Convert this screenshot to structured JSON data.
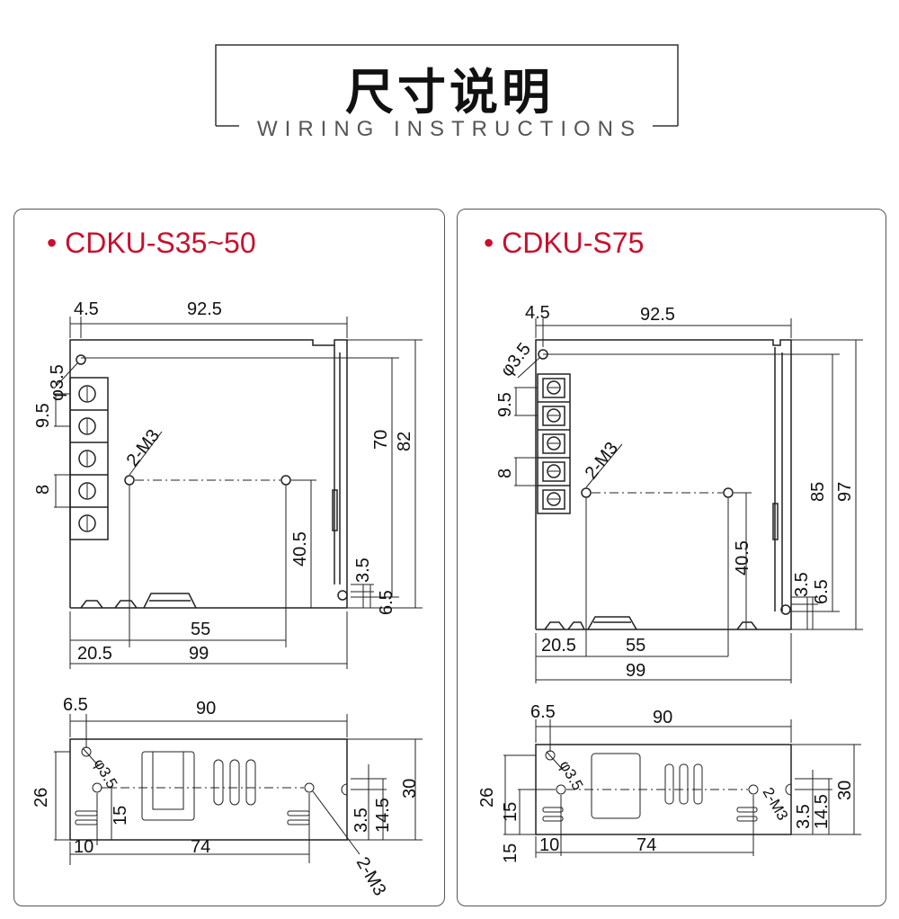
{
  "header": {
    "title": "尺寸说明",
    "subtitle": "WIRING INSTRUCTIONS"
  },
  "colors": {
    "accent": "#c8102e",
    "line": "#222222"
  },
  "panels": [
    {
      "title": "• CDKU-S35~50",
      "top": {
        "d4_5": "4.5",
        "d92_5": "92.5",
        "phi": "φ3.5",
        "d9_5": "9.5",
        "d8": "8",
        "m3": "2-M3",
        "d70": "70",
        "d82": "82",
        "d40_5": "40.5",
        "d3_5": "3.5",
        "d6_5": "6.5",
        "d55": "55",
        "d20_5": "20.5",
        "d99": "99"
      },
      "side": {
        "d6_5": "6.5",
        "d90": "90",
        "phi": "φ3.5",
        "d26": "26",
        "d15": "15",
        "d30": "30",
        "d3_5": "3.5",
        "d14_5": "14.5",
        "d10": "10",
        "d74": "74",
        "m3": "2-M3"
      }
    },
    {
      "title": "• CDKU-S75",
      "top": {
        "d4_5": "4.5",
        "d92_5": "92.5",
        "phi": "φ3.5",
        "d9_5": "9.5",
        "d8": "8",
        "m3": "2-M3",
        "d85": "85",
        "d97": "97",
        "d40_5": "40.5",
        "d3_5": "3.5",
        "d6_5": "6.5",
        "d55": "55",
        "d20_5": "20.5",
        "d99": "99"
      },
      "side": {
        "d6_5": "6.5",
        "d90": "90",
        "phi": "φ3.5",
        "d26": "26",
        "d15": "15",
        "d15b": "15",
        "d30": "30",
        "d3_5": "3.5",
        "d14_5": "14.5",
        "d10": "10",
        "d74": "74",
        "m3": "2-M3"
      }
    }
  ]
}
